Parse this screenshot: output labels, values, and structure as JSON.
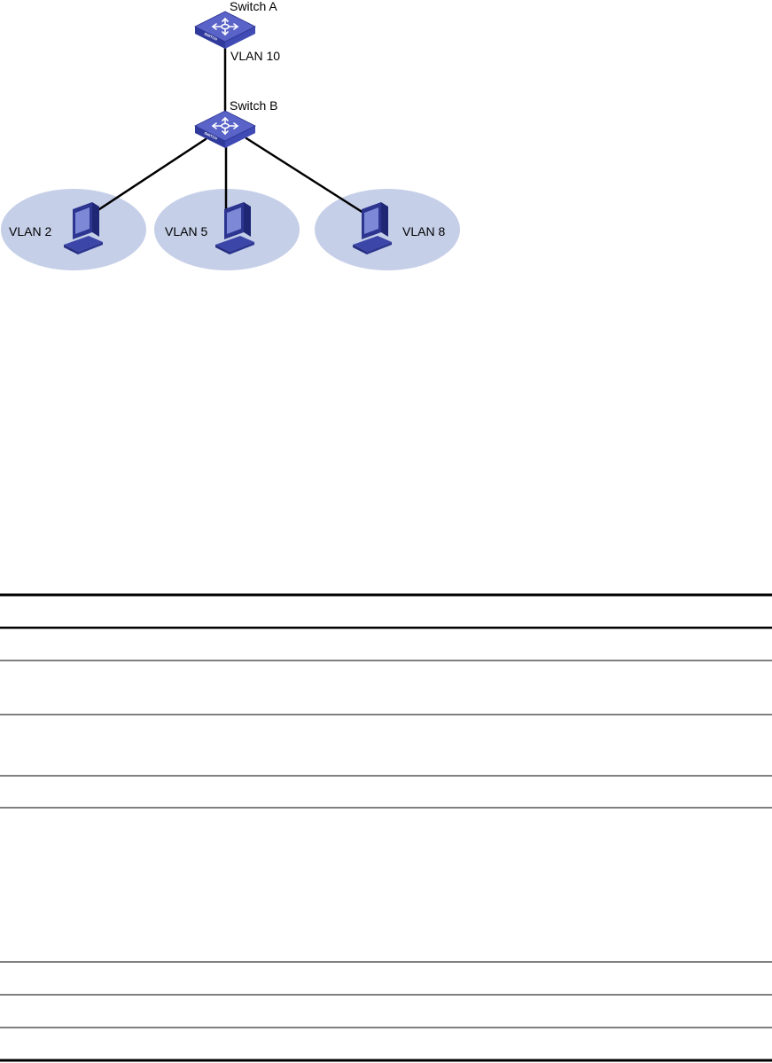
{
  "diagram": {
    "switches": [
      {
        "id": "switch-a",
        "label": "Switch A",
        "face_text": "SWITCH"
      },
      {
        "id": "switch-b",
        "label": "Switch B",
        "face_text": "SWITCH"
      }
    ],
    "uplink": {
      "label": "VLAN 10"
    },
    "vlans": [
      {
        "id": "vlan-2",
        "label": "VLAN 2"
      },
      {
        "id": "vlan-5",
        "label": "VLAN 5"
      },
      {
        "id": "vlan-8",
        "label": "VLAN 8"
      }
    ],
    "colors": {
      "switch_top": "#5a63c8",
      "switch_side": "#2f3a9c",
      "vlan_zone": "#c5cfe8",
      "link": "#000000",
      "computer_body": "#3c46a8",
      "computer_screen": "#7d88d6"
    }
  },
  "table": {
    "rows": 8
  }
}
